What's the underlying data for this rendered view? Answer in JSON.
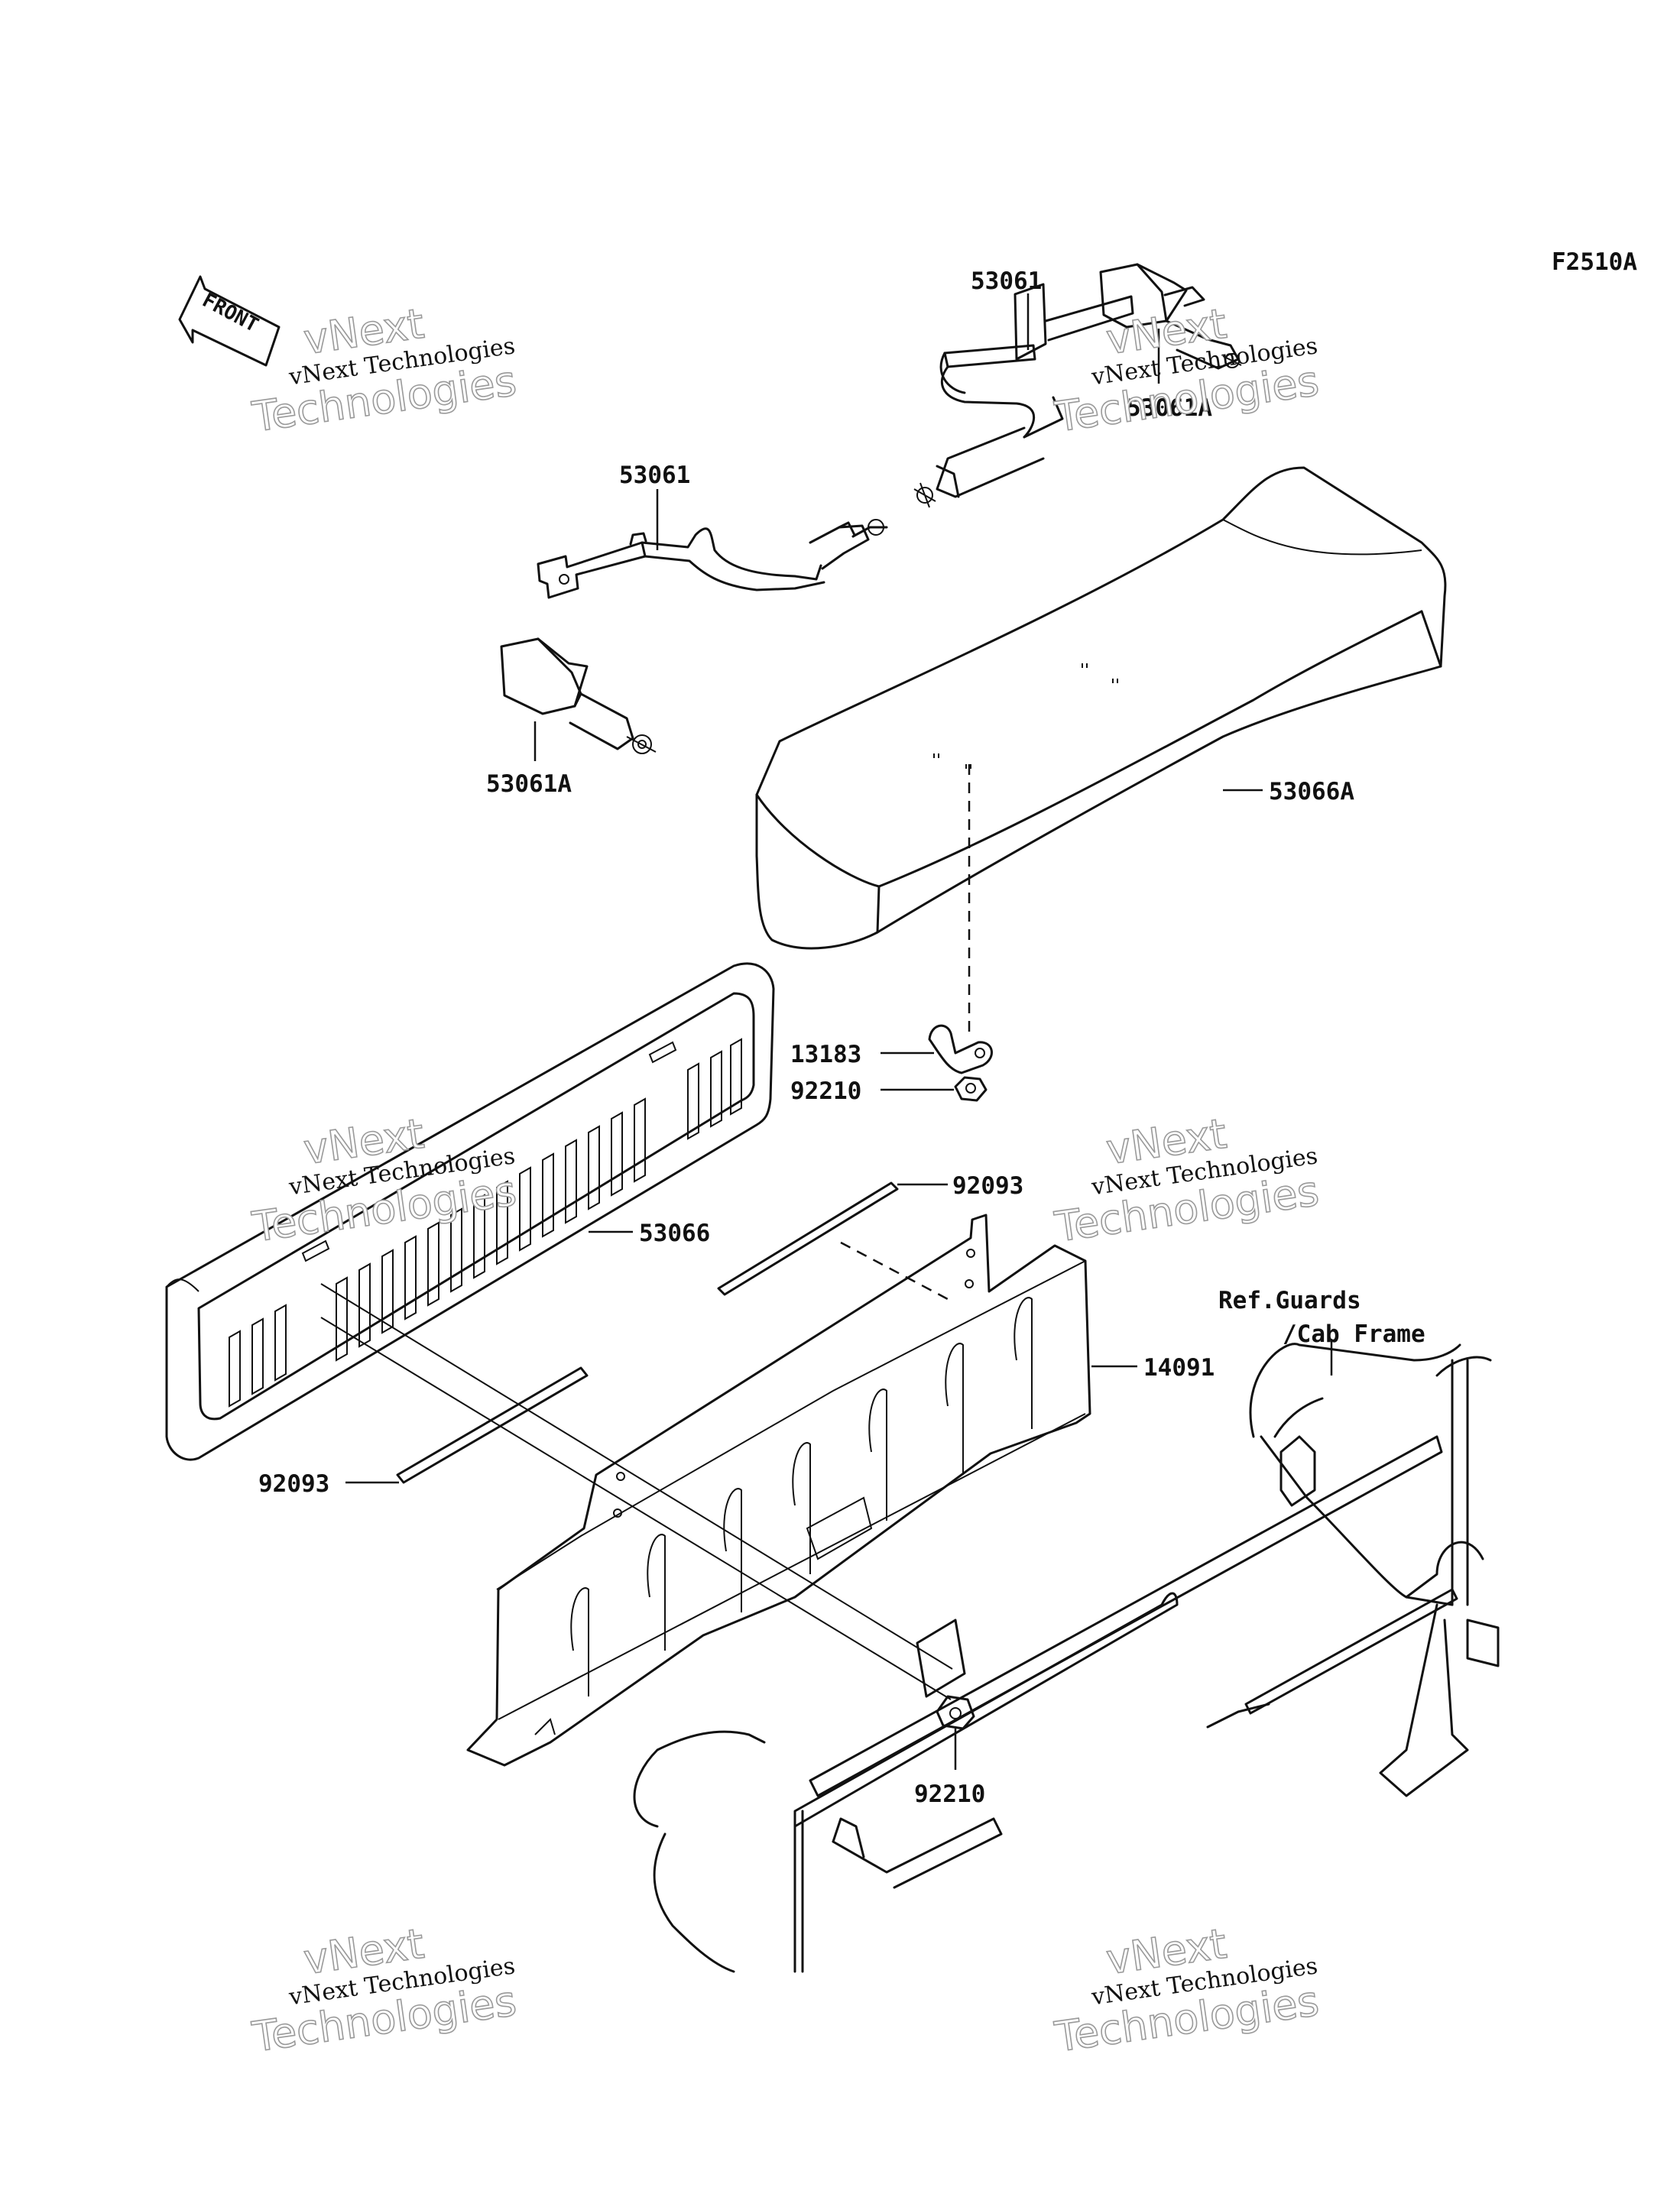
{
  "diagram": {
    "figure_code": "F2510A",
    "front_label": "FRONT",
    "callouts": [
      {
        "id": "c1",
        "text": "53061"
      },
      {
        "id": "c2",
        "text": "53061A"
      },
      {
        "id": "c3",
        "text": "53061"
      },
      {
        "id": "c4",
        "text": "53061A"
      },
      {
        "id": "c5",
        "text": "53066A"
      },
      {
        "id": "c6",
        "text": "13183"
      },
      {
        "id": "c7",
        "text": "92210"
      },
      {
        "id": "c8",
        "text": "92093"
      },
      {
        "id": "c9",
        "text": "53066"
      },
      {
        "id": "c10",
        "text": "14091"
      },
      {
        "id": "c11",
        "text": "92093"
      },
      {
        "id": "c12",
        "text": "92210"
      }
    ],
    "reference": {
      "line1": "Ref.Guards",
      "line2": "/Cab Frame"
    },
    "watermark": {
      "line1": "vNext",
      "line2": "vNext Technologies",
      "line3": "Technologies"
    }
  }
}
